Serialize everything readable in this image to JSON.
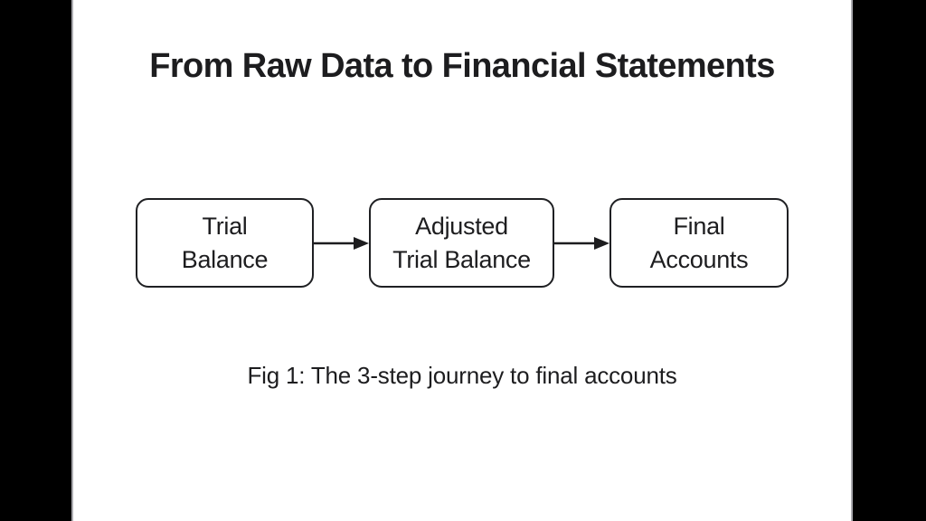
{
  "page": {
    "background_color": "#000000",
    "stage_background_color": "#ffffff",
    "ink_color": "#1d1d1f",
    "pillarbox_divider_color": "#ababb0"
  },
  "slide": {
    "title": "From Raw Data to Financial Statements",
    "diagram": {
      "type": "flow",
      "connector_icon": "arrow-right-icon",
      "steps": [
        {
          "id": "trial-balance",
          "lines": [
            "Trial",
            "Balance"
          ]
        },
        {
          "id": "adjusted-trial-balance",
          "lines": [
            "Adjusted",
            "Trial Balance"
          ]
        },
        {
          "id": "final-accounts",
          "lines": [
            "Final",
            "Accounts"
          ]
        }
      ]
    },
    "caption": "Fig 1: The 3-step journey to final accounts"
  }
}
